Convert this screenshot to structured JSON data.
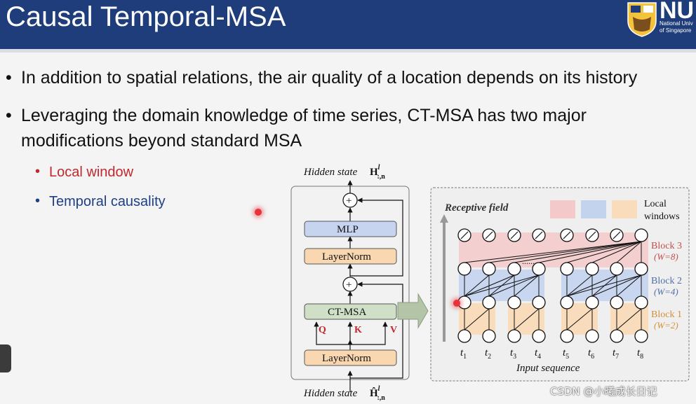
{
  "slide": {
    "title": "Causal Temporal-MSA",
    "logo": {
      "main": "NU",
      "line1": "National Univ",
      "line2": "of Singapore"
    },
    "bullets": [
      "In addition to spatial relations, the air quality of a location depends on its history",
      "Leveraging the domain knowledge of time series, CT-MSA has two major",
      "modifications beyond standard MSA"
    ],
    "sub_bullets": [
      "Local window",
      "Temporal causality"
    ]
  },
  "diagram": {
    "top_label": "Hidden state",
    "bottom_label": "Hidden state",
    "mlp": "MLP",
    "layernorm_top": "LayerNorm",
    "ctmsa": "CT-MSA",
    "layernorm_bottom": "LayerNorm",
    "q": "Q",
    "k": "K",
    "v": "V",
    "plus": "+",
    "receptive_field": "Receptive field",
    "local_windows_1": "Local",
    "local_windows_2": "windows",
    "block3": "Block 3",
    "block3_w": "(W=8)",
    "block2": "Block 2",
    "block2_w": "(W=4)",
    "block1": "Block 1",
    "block1_w": "(W=2)",
    "dots": "......",
    "input_sequence": "Input sequence",
    "t_labels": [
      "t1",
      "t2",
      "t3",
      "t4",
      "t5",
      "t6",
      "t7",
      "t8"
    ],
    "colors": {
      "red_win": "#f4c9c9",
      "blue_win": "#c3d3ee",
      "orange_win": "#f9dcbb",
      "block3": "#c0504d",
      "block2": "#4f6fa8",
      "block1": "#d4903a"
    }
  },
  "watermark": "CSDN @小曦成长日记"
}
